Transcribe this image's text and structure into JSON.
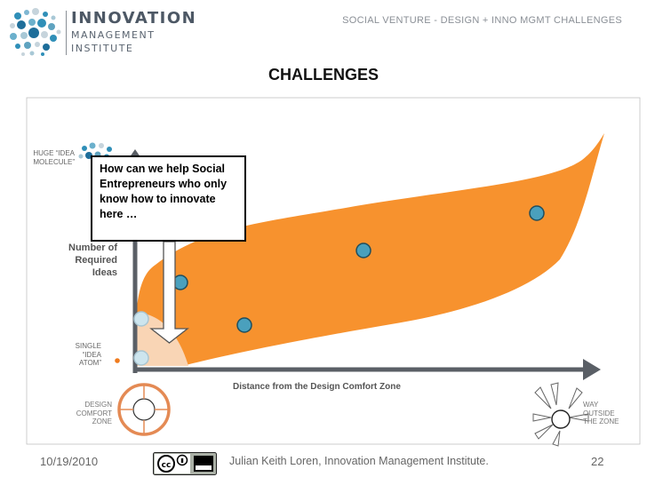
{
  "header": {
    "org_name_line1": "INNOVATION",
    "org_name_line2": "MANAGEMENT",
    "org_name_line3": "INSTITUTE",
    "top_right": "SOCIAL VENTURE - DESIGN + INNO MGMT CHALLENGES"
  },
  "slide": {
    "title": "CHALLENGES",
    "y_axis_label": "Number of Required Ideas",
    "x_axis_label": "Distance from the Design Comfort Zone",
    "huge_label": "HUGE “IDEA MOLECULE”",
    "single_label": "SINGLE “IDEA ATOM”",
    "callout": "How can we help Social Entrepreneurs who only know how to innovate here …",
    "comfort_zone_label": "DESIGN COMFORT ZONE",
    "outside_zone_label": "WAY OUTSIDE THE ZONE",
    "colors": {
      "orange": "#f7922e",
      "peach": "#f9d5b5",
      "dot": "#4aa0bd",
      "dot_light": "#cde5ee",
      "axis": "#5a5f66"
    }
  },
  "footer": {
    "date": "10/19/2010",
    "credit": "Julian Keith Loren, Innovation Management Institute.",
    "page": "22",
    "license_icon": "creative-commons-icon"
  }
}
